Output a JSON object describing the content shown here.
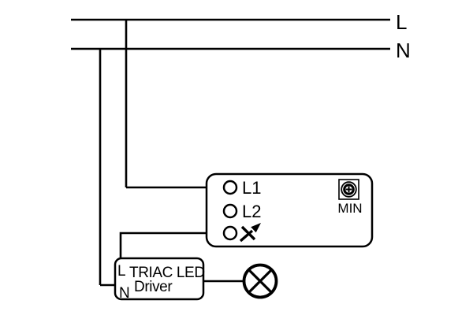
{
  "colors": {
    "line": "#000000",
    "background": "#ffffff"
  },
  "supply": {
    "live_label": "L",
    "neutral_label": "N"
  },
  "dimmer": {
    "terminal_l1": "L1",
    "terminal_l2": "L2",
    "dim_terminal_icon": "dim-arrow-icon",
    "trimmer_icon": "min-trimmer-screw-icon",
    "trimmer_label": "MIN"
  },
  "driver": {
    "live_terminal": "L",
    "neutral_terminal": "N",
    "name_line1": "TRIAC LED",
    "name_line2": "Driver"
  },
  "lamp": {
    "icon": "lamp-crossed-circle-icon"
  }
}
